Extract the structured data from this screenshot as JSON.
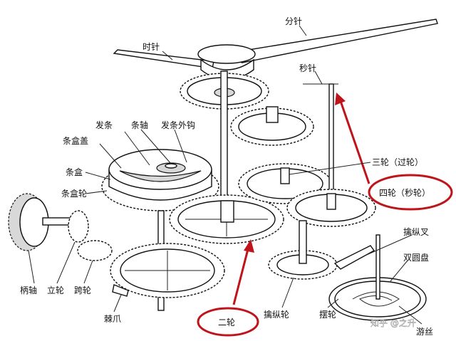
{
  "labels": {
    "minute_hand": "分针",
    "hour_hand": "时针",
    "second_hand": "秒针",
    "mainspring": "发条",
    "arbor": "条轴",
    "mainspring_hook": "发条外钩",
    "barrel_cover": "条盒盖",
    "barrel": "条盒",
    "barrel_wheel": "条盒轮",
    "third_wheel": "三轮（过轮）",
    "fourth_wheel": "四轮（秒轮）",
    "pallet_fork": "擒纵叉",
    "double_roller": "双圆盘",
    "crown_stem": "柄轴",
    "crown_wheel": "立轮",
    "ratchet_wheel": "跨轮",
    "click": "棘爪",
    "center_wheel": "二轮",
    "escape_wheel": "擒纵轮",
    "balance": "摆轮",
    "hairspring": "游丝"
  },
  "watermark": "知乎 @之升",
  "colors": {
    "highlight": "#c0141b",
    "ink": "#111111",
    "background": "#ffffff"
  }
}
